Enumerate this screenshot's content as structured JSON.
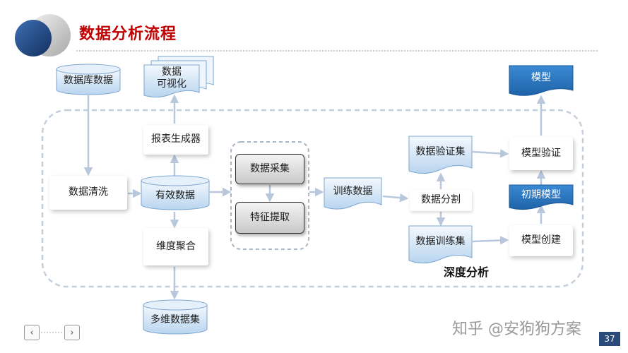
{
  "title": "数据分析流程",
  "region_label": "深度分析",
  "watermark": "知乎 @安狗狗方案",
  "page_number": "37",
  "nav": {
    "prev_icon": "chevron-left-icon",
    "next_icon": "chevron-right-icon",
    "prev_glyph": "‹",
    "next_glyph": "›"
  },
  "colors": {
    "title": "#c00000",
    "blue_node": "#2e7bc4",
    "arrow": "#b9c7dc",
    "dashed_border": "#c4cfdc",
    "page_badge": "#2a4a7a"
  },
  "nodes": {
    "database": "数据库数据",
    "visualization_line1": "数据",
    "visualization_line2": "可视化",
    "report_generator": "报表生成器",
    "data_cleaning": "数据清洗",
    "valid_data": "有效数据",
    "dimension_aggregation": "维度聚合",
    "multidim_dataset": "多维数据集",
    "data_collection": "数据采集",
    "feature_extraction": "特征提取",
    "training_data": "训练数据",
    "validation_set": "数据验证集",
    "data_split": "数据分割",
    "training_set": "数据训练集",
    "model_validation": "模型验证",
    "initial_model": "初期模型",
    "model_creation": "模型创建",
    "model": "模型"
  }
}
